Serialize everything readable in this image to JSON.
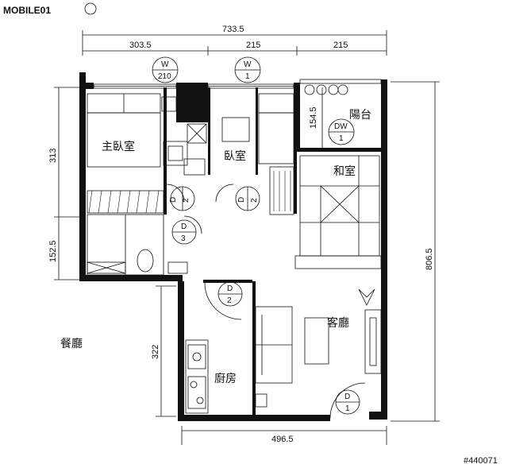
{
  "watermark": {
    "brand": "MOBILE01",
    "ref": "#440071"
  },
  "dimensions": {
    "top_total": "733.5",
    "top_seg1": "303.5",
    "top_seg2": "215",
    "top_seg3": "215",
    "left_upper": "313",
    "left_lower": "152.5",
    "left_kitchen": "322",
    "balcony_depth": "154.5",
    "right_total": "806.5",
    "bottom": "496.5"
  },
  "rooms": {
    "master_bedroom": "主臥室",
    "bedroom": "臥室",
    "balcony": "陽台",
    "tatami_room": "和室",
    "living_room": "客廳",
    "dining": "餐廳",
    "kitchen": "廚房"
  },
  "tags": {
    "w210": {
      "letter": "W",
      "num": "210"
    },
    "w1": {
      "letter": "W",
      "num": "1"
    },
    "dw1": {
      "letter": "DW",
      "num": "1"
    },
    "d2a": {
      "letter": "D",
      "num": "2"
    },
    "d2b": {
      "letter": "D",
      "num": "2"
    },
    "d3": {
      "letter": "D",
      "num": "3"
    },
    "d2c": {
      "letter": "D",
      "num": "2"
    },
    "d1": {
      "letter": "D",
      "num": "1"
    }
  }
}
